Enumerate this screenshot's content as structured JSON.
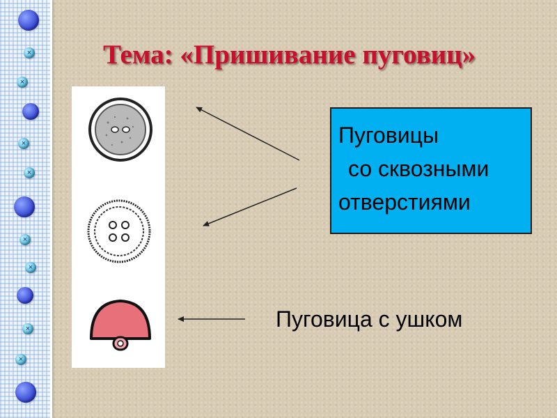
{
  "title": "Тема: «Пришивание пуговиц»",
  "callout": {
    "line1": "Пуговицы",
    "line2": "со сквозными",
    "line3": "отверстиями",
    "color": "#00b0f0"
  },
  "shank_label": "Пуговица с ушком",
  "illustrations": [
    "two-hole-button-icon",
    "four-hole-button-icon",
    "shank-button-icon"
  ],
  "colors": {
    "title": "#c8102e",
    "shank_button": "#e8707a",
    "background": "#d8cbb4"
  }
}
